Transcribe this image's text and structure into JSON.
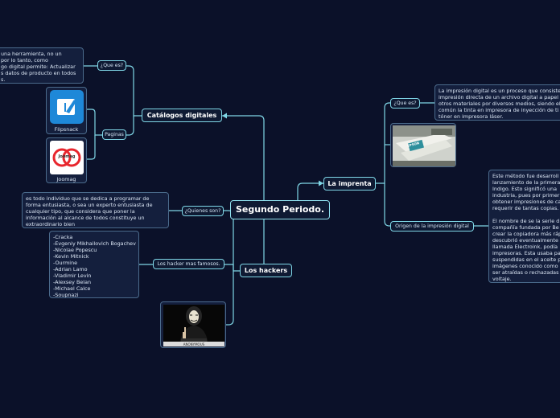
{
  "main_topic": "Segundo Periodo.",
  "catalogos": {
    "title": "Catálogos digitales",
    "que_es_label": "¿Que es?",
    "que_es_text": [
      "una herramienta, no un",
      "por lo tanto, como",
      "go digital permite: Actualizar",
      "s datos de producto en todos",
      "s."
    ],
    "paginas_label": "Paginas",
    "flipsnack_label": "Flipsnack",
    "joomag_label": "Joomag",
    "joomag_logo_text": "Joomag"
  },
  "hackers": {
    "title": "Los hackers",
    "quienes_label": "¿Quienes son?",
    "quienes_text": [
      "es todo individuo que se dedica a programar de",
      "forma entusiasta, o sea un experto entusiasta de",
      "cualquier tipo, que considera que poner la",
      "información al alcance de todos constituye un",
      "extraordinario bien"
    ],
    "famosos_label": "Los hacker mas famosos.",
    "famosos_list": [
      "-Cracka",
      "-Evgeniy Mikhailovich Bogachev",
      "-Nicolae Popescu",
      "-Kevin Mitnick",
      "-Ourmine",
      "-Adrian Lamo",
      "-Vladimir Levin",
      "-Alexsey Belan",
      "-Michael Calce",
      "-Soupnazi"
    ],
    "image_caption": "ANONYMOUS"
  },
  "imprenta": {
    "title": "La imprenta",
    "que_es_label": "¿Que es?",
    "que_es_text": [
      "La impresión digital es un proceso que consiste",
      "impresión directa de un archivo digital a papel",
      "otros materiales por diversos medios, siendo el",
      "común la tinta en impresora de inyección de ti",
      "tóner en impresora láser."
    ],
    "printer_text": "EPSON",
    "origen_label": "Origen de la impresión digital",
    "origen_text": [
      "Este método fue desarroll",
      "lanzamiento de la primera",
      "Indigo. Esto significó una",
      "industria, pues por primer",
      "obtener impresiones de ca",
      "requerir de tantas copias.",
      "",
      "El nombre de se la serie d",
      "compañía fundada por Be",
      "crear la copiadora más ráp",
      "descubrió eventualmente",
      "llamada Electroink, podía",
      "impresoras. Esta usaba pa",
      "suspendidas en el aceite p",
      "imágenes conocido como",
      "ser atraídas o rechazadas",
      "voltaje."
    ]
  },
  "colors": {
    "background": "#0b1129",
    "link": "#7fd6e6",
    "node_border": "#7fd6e6"
  }
}
